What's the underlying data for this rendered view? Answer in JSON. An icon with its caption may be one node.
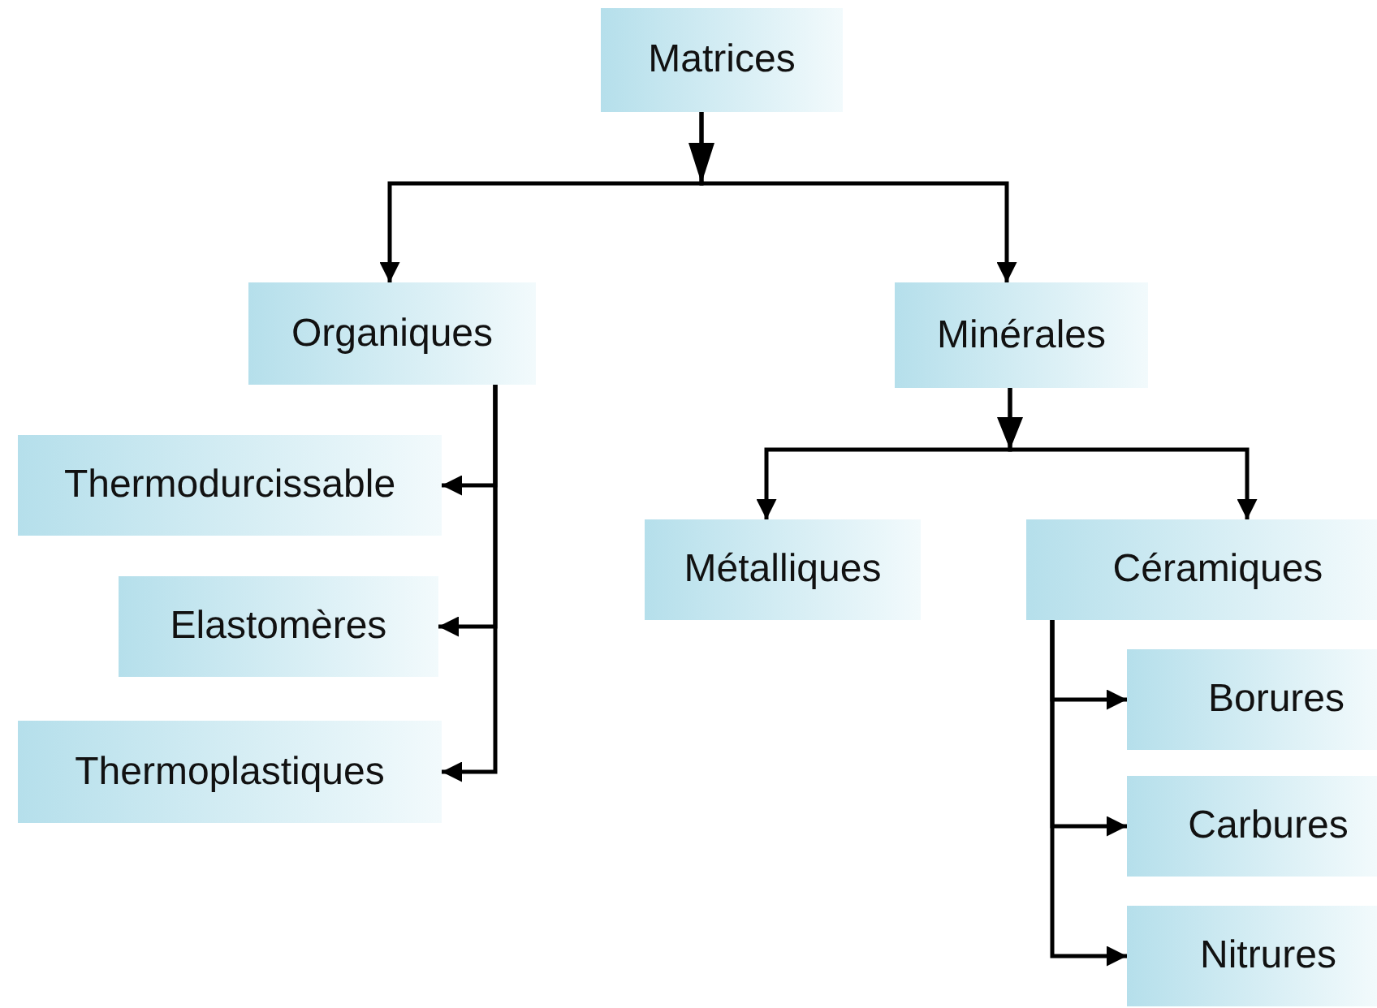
{
  "diagram": {
    "nodes": [
      {
        "text": [
          "Matrices"
        ]
      },
      {
        "text": [
          "Organiques"
        ]
      },
      {
        "text": [
          "Minérales"
        ]
      },
      {
        "text": [
          "Thermodurcissable"
        ]
      },
      {
        "text": [
          "Elastomères"
        ]
      },
      {
        "text": [
          "Thermoplastiques"
        ]
      },
      {
        "text": [
          "Métalliques"
        ]
      },
      {
        "text": [
          "Céramiques"
        ]
      },
      {
        "text": [
          "Borures"
        ]
      },
      {
        "text": [
          "Carbures"
        ]
      },
      {
        "text": [
          "Nitrures"
        ]
      }
    ],
    "edges": [
      {
        "from": 0,
        "to": 1,
        "arrow": "to"
      },
      {
        "from": 0,
        "to": 2,
        "arrow": "to"
      },
      {
        "from": 1,
        "to": 3,
        "arrow": "to"
      },
      {
        "from": 1,
        "to": 4,
        "arrow": "to"
      },
      {
        "from": 1,
        "to": 5,
        "arrow": "to"
      },
      {
        "from": 2,
        "to": 6,
        "arrow": "to"
      },
      {
        "from": 2,
        "to": 7,
        "arrow": "to"
      },
      {
        "from": 7,
        "to": 8,
        "arrow": "to"
      },
      {
        "from": 7,
        "to": 9,
        "arrow": "to"
      },
      {
        "from": 7,
        "to": 10,
        "arrow": "to"
      }
    ]
  }
}
